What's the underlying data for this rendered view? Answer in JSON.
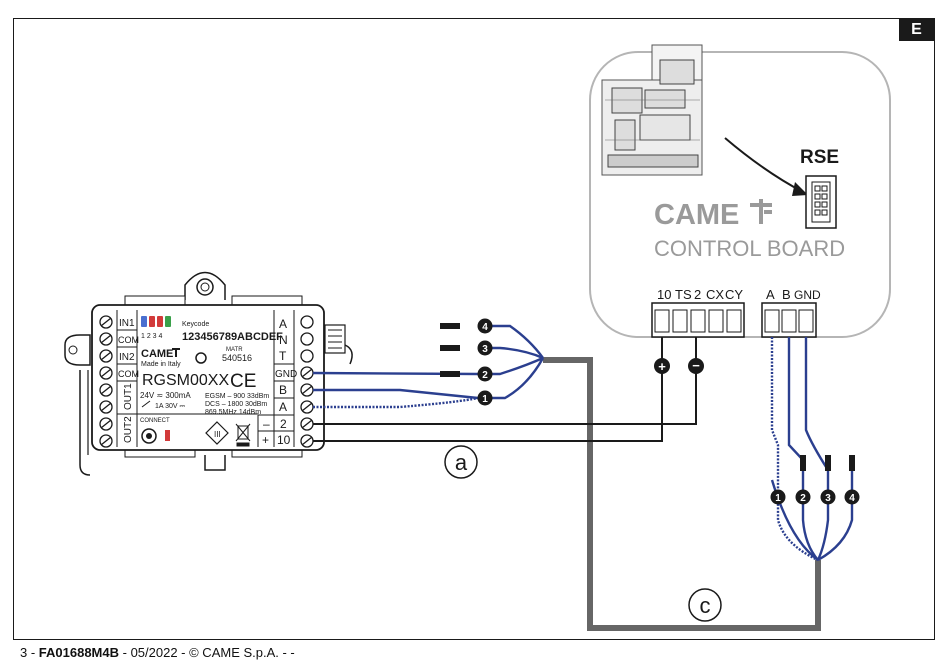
{
  "section_badge": "E",
  "module": {
    "keycode_label": "Keycode",
    "keycode": "123456789ABCDEF",
    "matr_label": "MATR",
    "matr": "540516",
    "brand": "CAME",
    "made_in": "Made in Italy",
    "model": "RGSM00XX",
    "ce": "CE",
    "led_numbers": "1 2 3 4",
    "spec_power": "24V ≂ 300mA",
    "spec_relay": "1A 30V ⎓",
    "spec_egsm": "EGSM – 900  33dBm",
    "spec_dcs": "DCS – 1800  30dBm",
    "spec_freq": "869.5MHz      14dBm",
    "connect_label": "CONNECT",
    "left_terminals": [
      "IN1",
      "COM",
      "IN2",
      "COM",
      "OUT1",
      "OUT2"
    ],
    "right_terminals": [
      "A",
      "N",
      "T",
      "GND",
      "B",
      "A",
      "2",
      "10"
    ],
    "polarity": [
      "–",
      "+"
    ],
    "led_colors": [
      "#4a6fd0",
      "#d23a3a",
      "#d23a3a",
      "#3aa04a"
    ]
  },
  "control_board": {
    "brand": "CAME",
    "title": "CONTROL BOARD",
    "rse_label": "RSE",
    "terminal_group_1": [
      "10",
      "TS",
      "2",
      "CX",
      "CY"
    ],
    "terminal_group_2": [
      "A",
      "B",
      "GND"
    ]
  },
  "wires": {
    "left_numbers": [
      "4",
      "3",
      "2",
      "1"
    ],
    "right_numbers": [
      "1",
      "2",
      "3",
      "4"
    ],
    "plus": "+",
    "minus": "−",
    "label_a": "a",
    "label_c": "c",
    "wire_blue": "#2b3f8f",
    "cable_grey": "#666666"
  },
  "footer": {
    "page": "3 - ",
    "doc_code": "FA01688M4B",
    "rest": " - 05/2022 - © CAME S.p.A. - -"
  }
}
